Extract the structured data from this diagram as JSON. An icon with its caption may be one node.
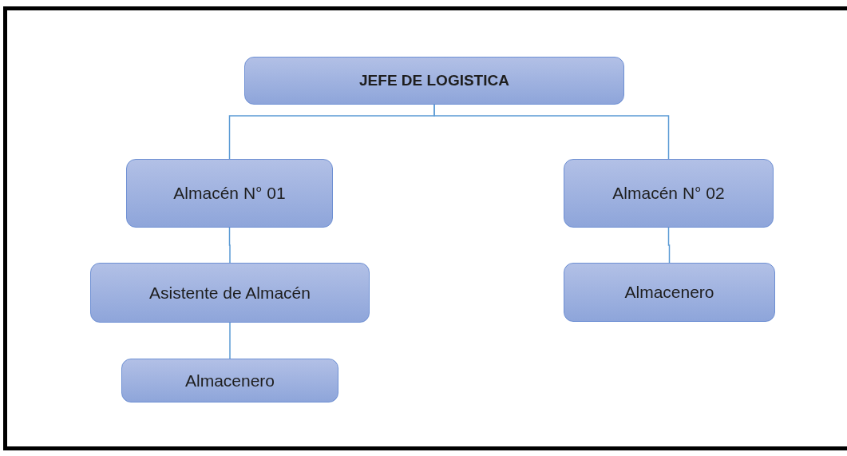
{
  "diagram": {
    "nodes": [
      {
        "text": [
          "JEFE DE LOGISTICA"
        ]
      },
      {
        "text": [
          "Almacén N° 01"
        ]
      },
      {
        "text": [
          "Almacén N° 02"
        ]
      },
      {
        "text": [
          "Asistente de Almacén"
        ]
      },
      {
        "text": [
          "Almacenero"
        ]
      },
      {
        "text": [
          "Almacenero"
        ]
      }
    ],
    "edges": [
      {
        "from": 0,
        "to": 1,
        "arrow": "none"
      },
      {
        "from": 0,
        "to": 2,
        "arrow": "none"
      },
      {
        "from": 1,
        "to": 3,
        "arrow": "none"
      },
      {
        "from": 3,
        "to": 4,
        "arrow": "none"
      },
      {
        "from": 2,
        "to": 5,
        "arrow": "none"
      }
    ]
  }
}
